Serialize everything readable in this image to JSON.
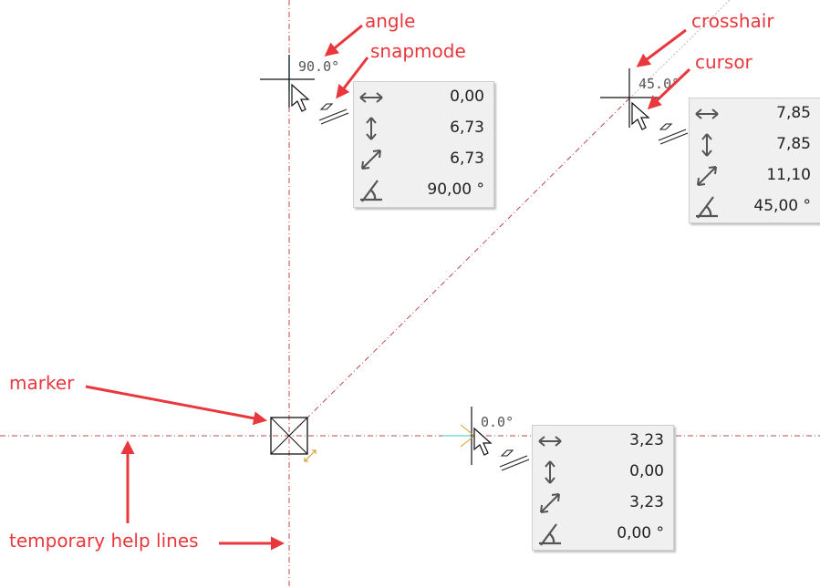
{
  "annotations": {
    "angle": "angle",
    "snapmode": "snapmode",
    "crosshair": "crosshair",
    "cursor": "cursor",
    "marker": "marker",
    "help_lines": "temporary help lines"
  },
  "angle_labels": {
    "left": "90.0°",
    "right": "45.0°",
    "bottom": "0.0°"
  },
  "panels": {
    "left": {
      "dx": "0,00",
      "dy": "6,73",
      "dist": "6,73",
      "angle": "90,00 °"
    },
    "right": {
      "dx": "7,85",
      "dy": "7,85",
      "dist": "11,10",
      "angle": "45,00 °"
    },
    "bottom": {
      "dx": "3,23",
      "dy": "0,00",
      "dist": "3,23",
      "angle": "0,00 °"
    }
  },
  "icons": {
    "dx": "horizontal-arrow-icon",
    "dy": "vertical-arrow-icon",
    "dist": "diagonal-arrow-icon",
    "angle": "angle-icon",
    "snap": "snapmode-icon",
    "cursor": "cursor-arrow-icon",
    "marker": "marker-box-icon"
  },
  "colors": {
    "annotation": "#e8383d",
    "help_line": "#c0484c",
    "panel_bg": "#f0f0f0",
    "icon": "#555555"
  }
}
